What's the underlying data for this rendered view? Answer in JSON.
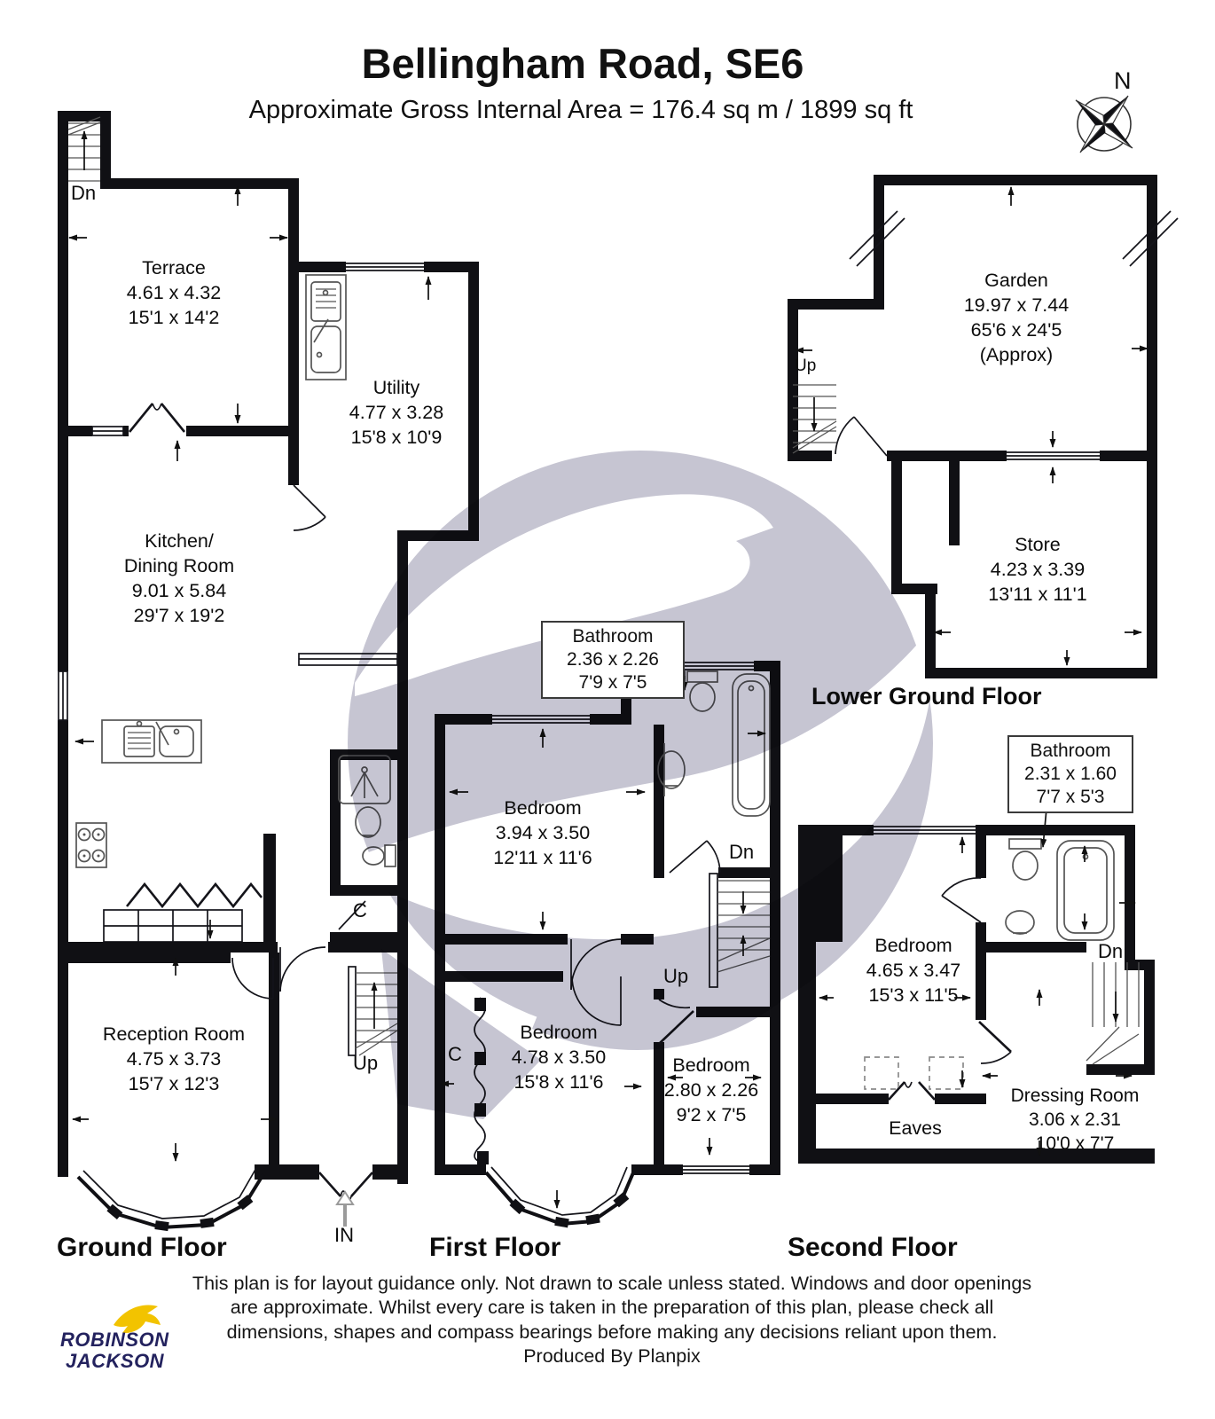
{
  "header": {
    "title": "Bellingham Road, SE6",
    "subtitle": "Approximate Gross Internal Area = 176.4 sq m / 1899 sq ft"
  },
  "compass": {
    "north_label": "N"
  },
  "floors": {
    "ground": {
      "label": "Ground Floor",
      "rooms": {
        "terrace": {
          "name": "Terrace",
          "metric": "4.61 x 4.32",
          "imperial": "15'1 x 14'2"
        },
        "utility": {
          "name": "Utility",
          "metric": "4.77 x 3.28",
          "imperial": "15'8 x 10'9"
        },
        "kitchen": {
          "name_line1": "Kitchen/",
          "name_line2": "Dining Room",
          "metric": "9.01 x 5.84",
          "imperial": "29'7 x 19'2"
        },
        "reception": {
          "name": "Reception Room",
          "metric": "4.75 x 3.73",
          "imperial": "15'7 x 12'3"
        }
      },
      "annotations": {
        "dn": "Dn",
        "up": "Up",
        "cupboard": "C",
        "entrance": "IN"
      }
    },
    "first": {
      "label": "First Floor",
      "rooms": {
        "bathroom": {
          "name": "Bathroom",
          "metric": "2.36 x 2.26",
          "imperial": "7'9 x 7'5"
        },
        "bedroom1": {
          "name": "Bedroom",
          "metric": "3.94 x 3.50",
          "imperial": "12'11 x 11'6"
        },
        "bedroom2": {
          "name": "Bedroom",
          "metric": "4.78 x 3.50",
          "imperial": "15'8 x 11'6"
        },
        "bedroom3": {
          "name": "Bedroom",
          "metric": "2.80 x 2.26",
          "imperial": "9'2 x 7'5"
        }
      },
      "annotations": {
        "dn": "Dn",
        "up": "Up",
        "cupboard": "C"
      }
    },
    "lower_ground": {
      "label": "Lower Ground Floor",
      "rooms": {
        "garden": {
          "name": "Garden",
          "metric": "19.97 x 7.44",
          "imperial": "65'6 x 24'5",
          "note": "(Approx)"
        },
        "store": {
          "name": "Store",
          "metric": "4.23 x 3.39",
          "imperial": "13'11 x 11'1"
        }
      },
      "annotations": {
        "up": "Up"
      }
    },
    "second": {
      "label": "Second Floor",
      "rooms": {
        "bathroom": {
          "name": "Bathroom",
          "metric": "2.31 x 1.60",
          "imperial": "7'7 x 5'3"
        },
        "bedroom": {
          "name": "Bedroom",
          "metric": "4.65 x 3.47",
          "imperial": "15'3 x 11'5"
        },
        "dressing": {
          "name": "Dressing Room",
          "metric": "3.06 x 2.31",
          "imperial": "10'0 x 7'7"
        },
        "eaves": {
          "name": "Eaves"
        }
      },
      "annotations": {
        "dn": "Dn"
      }
    }
  },
  "footer": {
    "disclaimer_line1": "This plan is for layout guidance only. Not drawn to scale unless stated. Windows and door openings",
    "disclaimer_line2": "are approximate. Whilst every care is taken in the preparation of this plan, please check all",
    "disclaimer_line3": "dimensions, shapes and compass bearings before making any decisions reliant upon them.",
    "disclaimer_line4": "Produced By Planpix"
  },
  "logo": {
    "line1": "ROBINSON",
    "line2": "JACKSON"
  },
  "colors": {
    "wall": "#101014",
    "watermark": "#c6c5d2",
    "logo_navy": "#23225e",
    "logo_yellow": "#f2c300"
  }
}
